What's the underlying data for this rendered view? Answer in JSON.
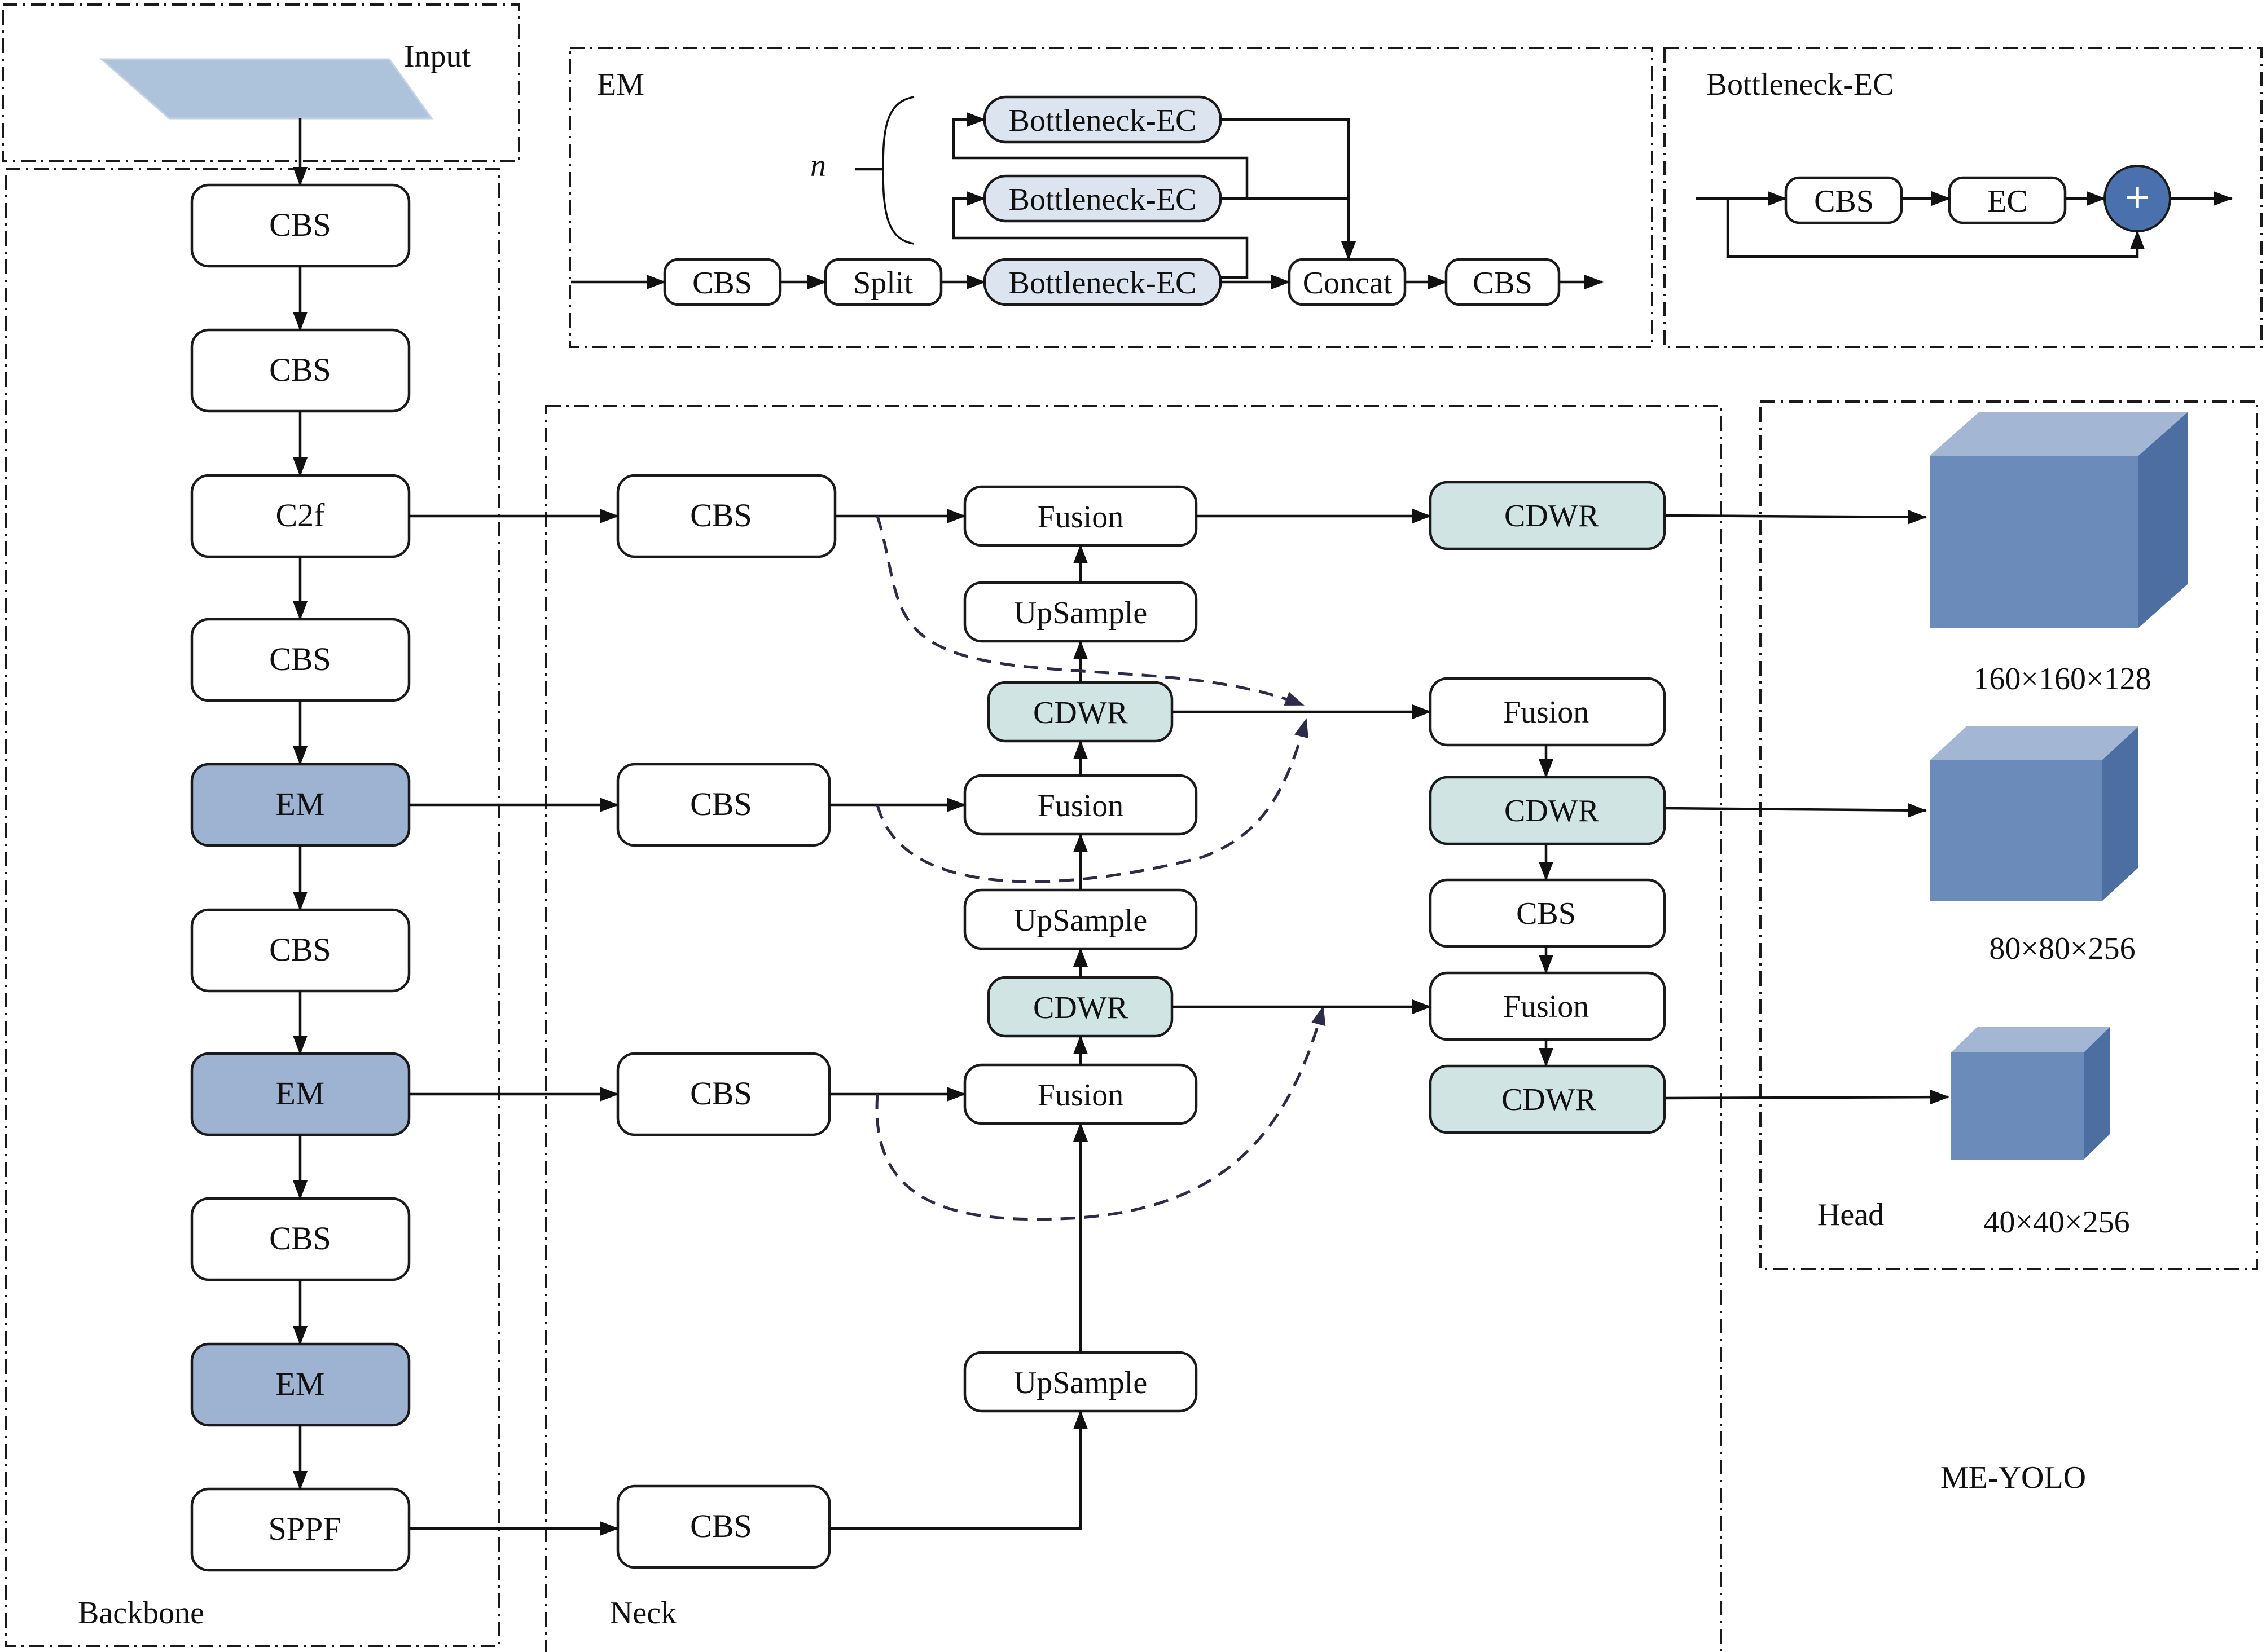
{
  "title": "ME-YOLO",
  "colors": {
    "em_fill": "#9eb3d2",
    "cdwr_fill": "#cfe4e3",
    "bottleneck_fill": "#dbe4ef",
    "input_fill": "#adc3dc",
    "cube_front": "#6b8cbb",
    "cube_top": "#a3b7d4",
    "cube_side": "#4c6ea0",
    "plus_fill": "#4a71ae",
    "dashed_arrow": "#2c2c48"
  },
  "sections": {
    "input": "Input",
    "backbone": "Backbone",
    "neck": "Neck",
    "head": "Head",
    "em": "EM",
    "bottleneck_ec": "Bottleneck-EC"
  },
  "backbone": {
    "blocks": [
      "CBS",
      "CBS",
      "C2f",
      "CBS",
      "EM",
      "CBS",
      "EM",
      "CBS",
      "EM",
      "SPPF"
    ]
  },
  "neck": {
    "lateral_cbs": [
      "CBS",
      "CBS",
      "CBS",
      "CBS"
    ],
    "top_down": {
      "fusion": [
        "Fusion",
        "Fusion",
        "Fusion"
      ],
      "upsample": [
        "UpSample",
        "UpSample",
        "UpSample"
      ],
      "cdwr": [
        "CDWR",
        "CDWR"
      ]
    },
    "bottom_up": {
      "cdwr_top": "CDWR",
      "fusion_2": "Fusion",
      "cdwr_2": "CDWR",
      "cbs": "CBS",
      "fusion_3": "Fusion",
      "cdwr_3": "CDWR"
    }
  },
  "head": {
    "outputs": [
      "160×160×128",
      "80×80×256",
      "40×40×256"
    ]
  },
  "em_module": {
    "n_label": "n",
    "blocks": {
      "cbs_in": "CBS",
      "split": "Split",
      "bottleneck": [
        "Bottleneck-EC",
        "Bottleneck-EC",
        "Bottleneck-EC"
      ],
      "concat": "Concat",
      "cbs_out": "CBS"
    }
  },
  "bottleneck_module": {
    "blocks": [
      "CBS",
      "EC"
    ],
    "add_symbol": "+"
  }
}
